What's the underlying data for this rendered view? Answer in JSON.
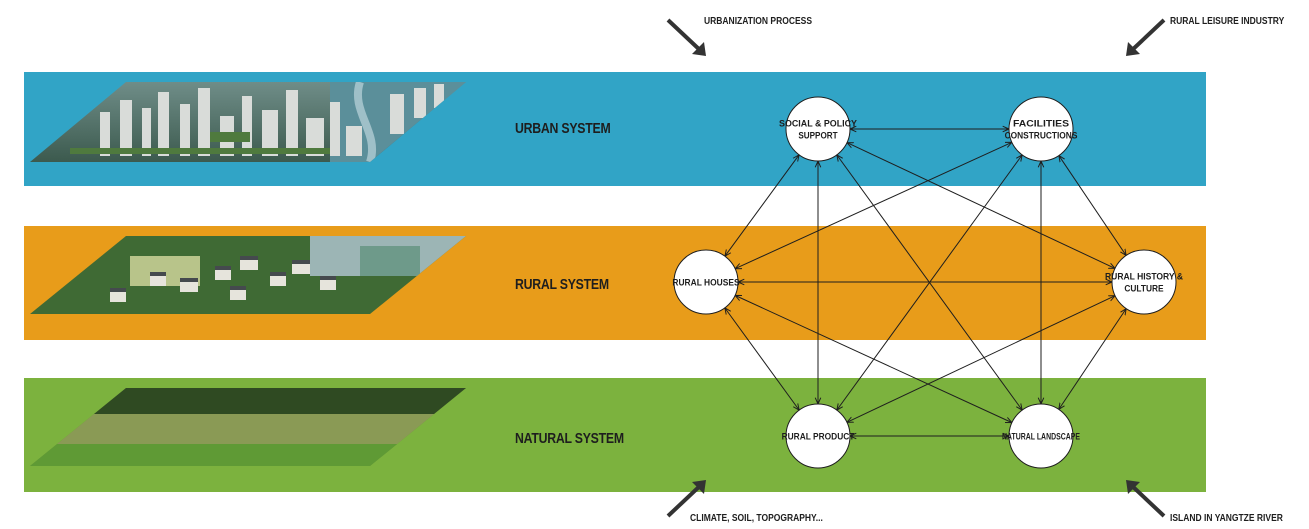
{
  "colors": {
    "urban": "#31A4C6",
    "rural": "#E89C1A",
    "natural": "#7CB23E",
    "node_fill": "#ffffff",
    "edge": "#1e1e1e"
  },
  "bands": {
    "urban": {
      "label": "URBAN SYSTEM"
    },
    "rural": {
      "label": "RURAL SYSTEM"
    },
    "natural": {
      "label": "NATURAL SYSTEM"
    }
  },
  "corner_labels": {
    "top_left": "URBANIZATION PROCESS",
    "top_right": "RURAL LEISURE INDUSTRY",
    "bottom_left": "CLIMATE, SOIL, TOPOGRAPHY...",
    "bottom_right": "ISLAND IN YANGTZE RIVER"
  },
  "nodes": {
    "social": {
      "lines": [
        "SOCIAL & POLICY",
        "SUPPORT"
      ]
    },
    "facilities": {
      "lines": [
        "FACILITIES",
        "CONSTRUCTIONS"
      ]
    },
    "houses": {
      "lines": [
        "RURAL HOUSES"
      ]
    },
    "history": {
      "lines": [
        "RURAL HISTORY &",
        "CULTURE"
      ]
    },
    "product": {
      "lines": [
        "RURAL PRODUCT"
      ]
    },
    "landscape": {
      "lines": [
        "NATURAL LANDSCAPE"
      ]
    }
  }
}
